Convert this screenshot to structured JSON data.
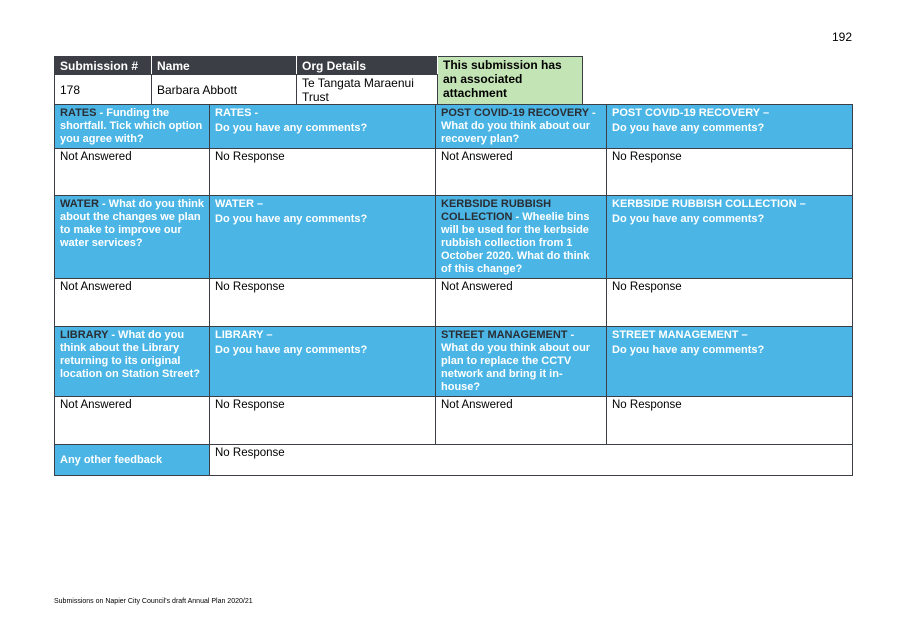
{
  "page_number": "192",
  "header": {
    "col_submission": "Submission #",
    "col_name": "Name",
    "col_org": "Org Details",
    "submission": "178",
    "name": "Barbara Abbott",
    "org": "Te Tangata Maraenui Trust",
    "attachment_notice": "This submission has an associated attachment"
  },
  "questions": {
    "rates_funding": {
      "kw": "RATES",
      "text": " - Funding the shortfall. Tick which option you agree with?"
    },
    "rates_comments": {
      "kw": "RATES -",
      "text": "Do you have any comments?"
    },
    "covid_plan": {
      "kw": "POST COVID-19 RECOVERY",
      "text": " - What do you think about our recovery plan?"
    },
    "covid_comments": {
      "kw": "POST COVID-19 RECOVERY –",
      "text": "Do you have any comments?"
    },
    "water_changes": {
      "kw": "WATER",
      "text": " - What do you think about the changes we plan to make to improve our water services?"
    },
    "water_comments": {
      "kw": "WATER –",
      "text": "Do you have any comments?"
    },
    "kerbside_bins": {
      "kw": "KERBSIDE RUBBISH COLLECTION",
      "text": " - Wheelie bins will be used for the kerbside rubbish collection from 1 October 2020. What do think of this change?"
    },
    "kerbside_comments": {
      "kw": "KERBSIDE RUBBISH COLLECTION –",
      "text": "Do you have any comments?"
    },
    "library_location": {
      "kw": "LIBRARY",
      "text": " - What do you think about the Library returning to its original location on Station Street?"
    },
    "library_comments": {
      "kw": "LIBRARY –",
      "text": "Do you have any comments?"
    },
    "street_cctv": {
      "kw": "STREET MANAGEMENT",
      "text": " - What do you think about our plan to replace the CCTV network and bring it in-house?"
    },
    "street_comments": {
      "kw": "STREET MANAGEMENT –",
      "text": "Do you have any comments?"
    },
    "other_feedback": {
      "text": "Any other feedback"
    }
  },
  "answers": {
    "rates_funding": "Not Answered",
    "rates_comments": "No Response",
    "covid_plan": "Not Answered",
    "covid_comments": "No Response",
    "water_changes": "Not Answered",
    "water_comments": "No Response",
    "kerbside_bins": "Not Answered",
    "kerbside_comments": "No Response",
    "library_location": "Not Answered",
    "library_comments": "No Response",
    "street_cctv": "Not Answered",
    "street_comments": "No Response",
    "other_feedback": "No Response"
  },
  "footer": "Submissions on Napier City Council's draft Annual Plan 2020/21",
  "colors": {
    "question_bg": "#4bb6e6",
    "header_bg": "#3b3e45",
    "attachment_bg": "#c3e4b4"
  }
}
